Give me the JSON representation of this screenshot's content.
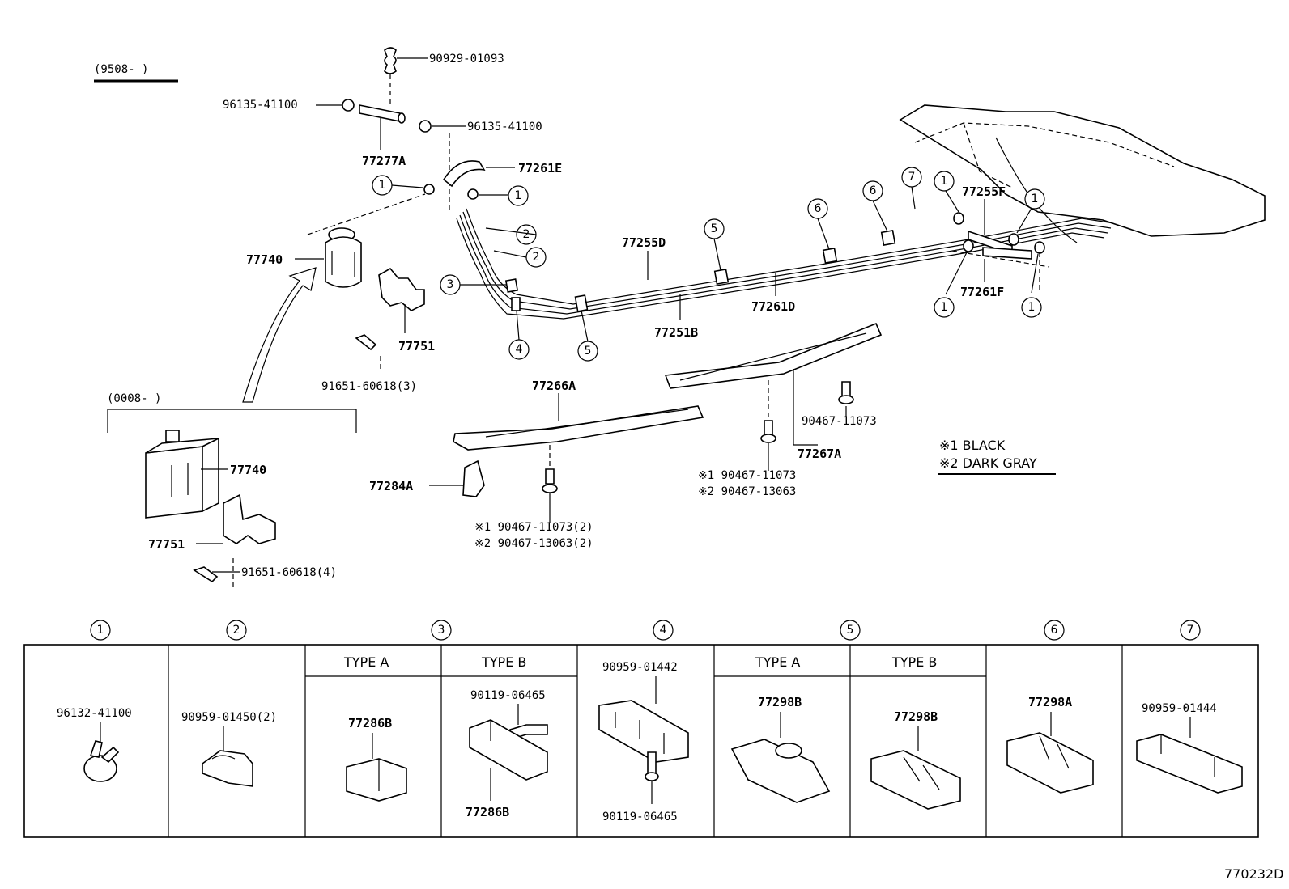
{
  "date_range_top": "(9508-     )",
  "date_range_lower": "(0008-     )",
  "labels": {
    "p90929_01093": "90929-01093",
    "p96135_41100_a": "96135-41100",
    "p96135_41100_b": "96135-41100",
    "p77277A": "77277A",
    "p77261E": "77261E",
    "p77740_top": "77740",
    "p77751_top": "77751",
    "p91651_3": "91651-60618(3)",
    "p77255D": "77255D",
    "p77251B": "77251B",
    "p77261D": "77261D",
    "p77255F": "77255F",
    "p77261F": "77261F",
    "p77266A": "77266A",
    "p77284A": "77284A",
    "p90467_11073": "90467-11073",
    "p77267A": "77267A",
    "p77740_low": "77740",
    "p77751_low": "77751",
    "p91651_4": "91651-60618(4)"
  },
  "notes": {
    "n1_a": "※1 90467-11073",
    "n2_a": "※2 90467-13063",
    "n1_b": "※1 90467-11073(2)",
    "n2_b": "※2 90467-13063(2)"
  },
  "legend": {
    "l1": "※1  BLACK",
    "l2": "※2  DARK GRAY"
  },
  "callouts": [
    "1",
    "2",
    "3",
    "4",
    "5",
    "6",
    "7"
  ],
  "table": {
    "c1_part": "96132-41100",
    "c2_part": "90959-01450(2)",
    "c3_typeA": "TYPE A",
    "c3_typeB": "TYPE B",
    "c3a_part": "77286B",
    "c3b_part_top": "90119-06465",
    "c3b_part_bottom": "77286B",
    "c4_part_top": "90959-01442",
    "c4_part_bottom": "90119-06465",
    "c5_typeA": "TYPE A",
    "c5_typeB": "TYPE B",
    "c5a_part": "77298B",
    "c5b_part": "77298B",
    "c6_part": "77298A",
    "c7_part": "90959-01444"
  },
  "diagram_id": "770232D"
}
